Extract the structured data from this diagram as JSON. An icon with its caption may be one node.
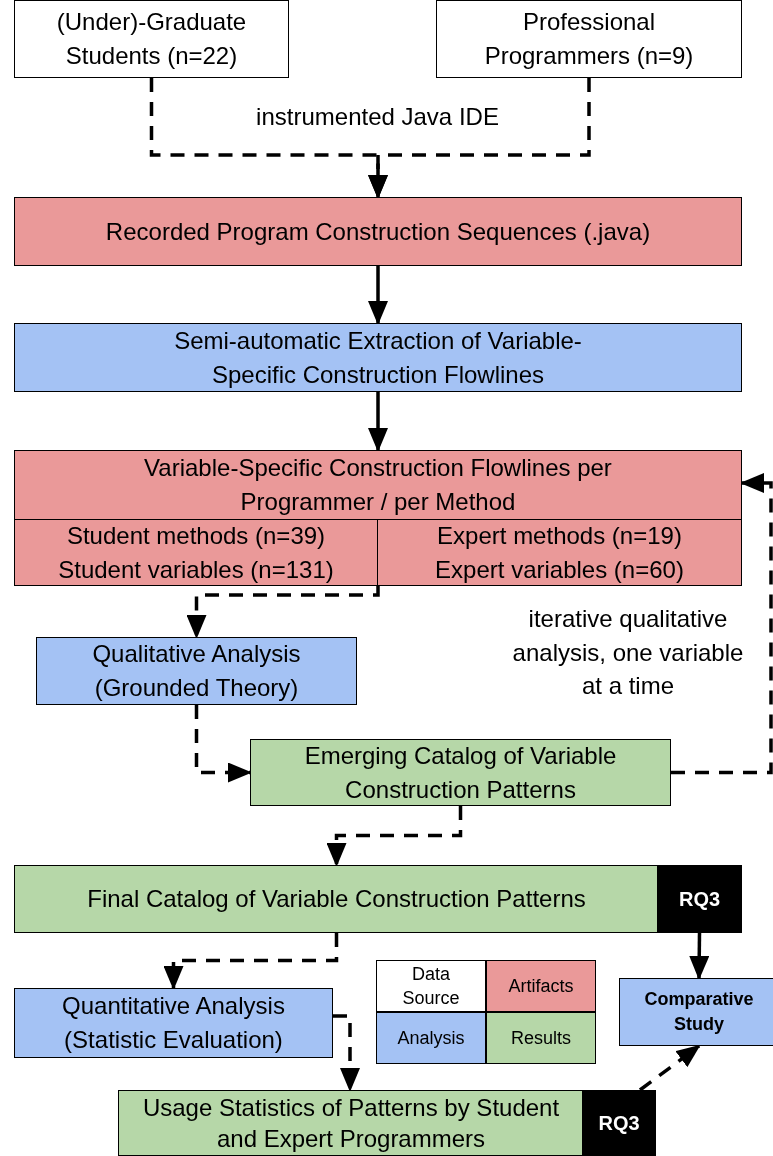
{
  "diagram": {
    "nodes": [
      {
        "text": [
          "(Under)-Graduate Students (n=22)"
        ]
      },
      {
        "text": [
          "Professional Programmers (n=9)"
        ]
      },
      {
        "text": [
          "Recorded Program Construction Sequences (.java)"
        ]
      },
      {
        "text": [
          "Semi-automatic Extraction of Variable-Specific Construction Flowlines"
        ]
      },
      {
        "text": [
          "Variable-Specific Construction Flowlines per Programmer / per Method"
        ]
      },
      {
        "text": [
          "Student methods (n=39) Student variables (n=131)"
        ],
        "in": 4
      },
      {
        "text": [
          "Expert methods (n=19) Expert variables (n=60)"
        ],
        "in": 4
      },
      {
        "text": [
          "Qualitative Analysis (Grounded Theory)"
        ]
      },
      {
        "text": [
          "Emerging Catalog of Variable Construction Patterns"
        ]
      },
      {
        "text": [
          "Final Catalog of Variable Construction Patterns"
        ]
      },
      {
        "text": [
          "RQ3"
        ]
      },
      {
        "text": [
          "Comparative Study"
        ]
      },
      {
        "text": [
          "Quantitative Analysis (Statistic Evaluation)"
        ]
      },
      {
        "text": [
          "Usage Statistics of Patterns by Student and Expert Programmers"
        ]
      },
      {
        "text": [
          "RQ3"
        ]
      }
    ],
    "edges": [
      {
        "from": 0,
        "to": 2,
        "arrow": "to",
        "style": "dashed"
      },
      {
        "from": 1,
        "to": 2,
        "arrow": "to",
        "style": "dashed"
      },
      {
        "from": 2,
        "to": 3,
        "arrow": "to"
      },
      {
        "from": 3,
        "to": 4,
        "arrow": "to"
      },
      {
        "from": 4,
        "to": 7,
        "arrow": "to",
        "style": "dashed"
      },
      {
        "from": 7,
        "to": 8,
        "arrow": "to",
        "style": "dashed"
      },
      {
        "from": 8,
        "to": 4,
        "arrow": "to",
        "style": "dashed"
      },
      {
        "from": 8,
        "to": 9,
        "arrow": "to",
        "style": "dashed"
      },
      {
        "from": 9,
        "to": 12,
        "arrow": "to",
        "style": "dashed"
      },
      {
        "from": 10,
        "to": 11,
        "arrow": "to"
      },
      {
        "from": 12,
        "to": 13,
        "arrow": "to",
        "style": "dashed"
      },
      {
        "from": 14,
        "to": 11,
        "arrow": "to",
        "style": "dashed"
      }
    ],
    "labels": [
      "instrumented Java IDE",
      "iterative qualitative analysis, one variable at a time"
    ],
    "legend": [
      {
        "text": "Data Source",
        "color": "#ffffff"
      },
      {
        "text": "Artifacts",
        "color": "#ea9999"
      },
      {
        "text": "Analysis",
        "color": "#a4c2f4"
      },
      {
        "text": "Results",
        "color": "#b6d7a8"
      }
    ]
  }
}
